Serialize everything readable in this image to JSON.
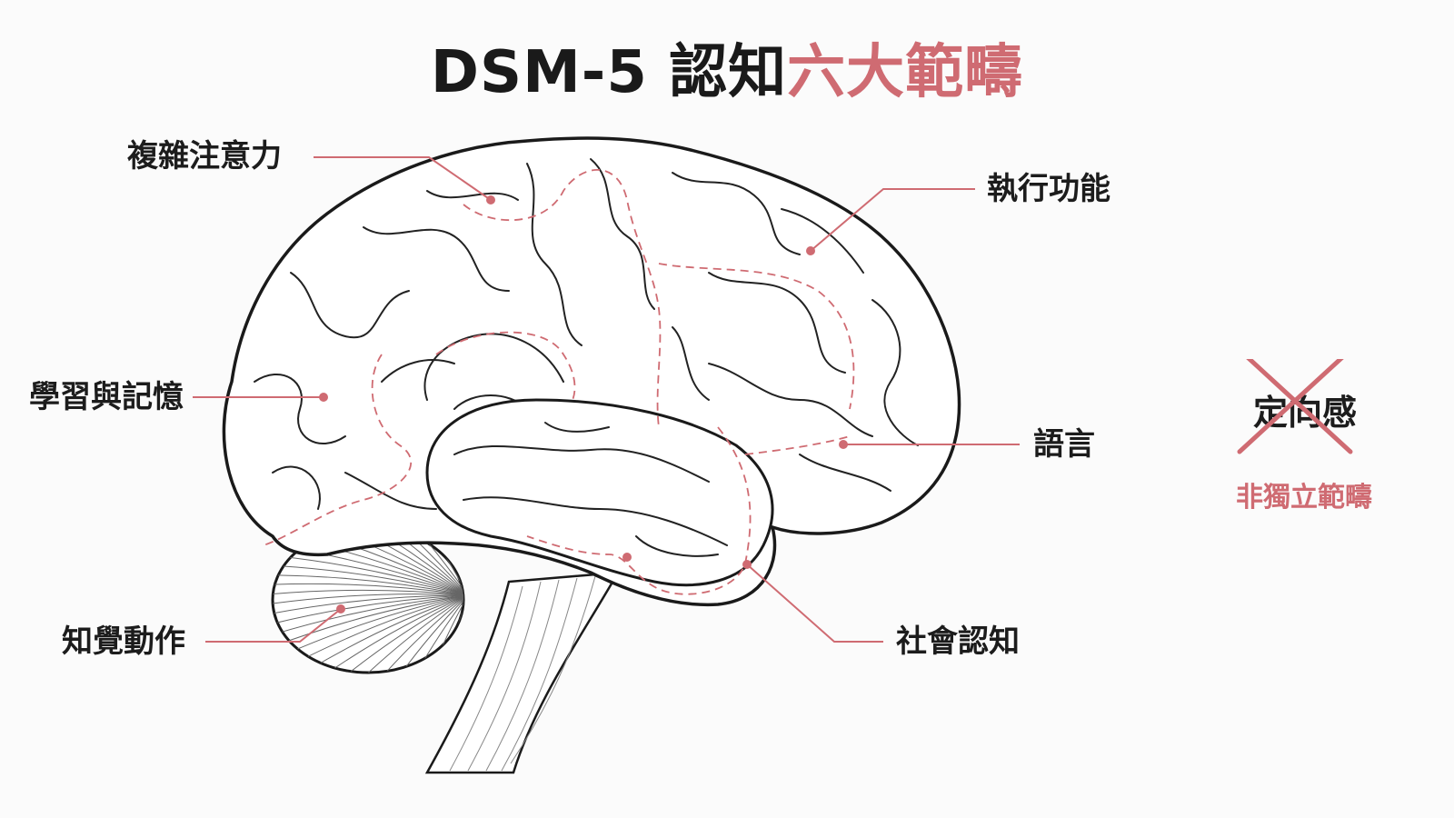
{
  "title": {
    "main": "DSM-5 認知",
    "accent": "六大範疇"
  },
  "domains": [
    {
      "id": "complex-attention",
      "label": "複雜注意力"
    },
    {
      "id": "executive-function",
      "label": "執行功能"
    },
    {
      "id": "learning-memory",
      "label": "學習與記憶"
    },
    {
      "id": "language",
      "label": "語言"
    },
    {
      "id": "perceptual-motor",
      "label": "知覺動作"
    },
    {
      "id": "social-cognition",
      "label": "社會認知"
    }
  ],
  "excluded": {
    "label": "定向感",
    "note": "非獨立範疇"
  },
  "colors": {
    "accent": "#cf6b72",
    "outline": "#1a1a1a",
    "text": "#1c1c1c"
  },
  "icons": {
    "excluded_mark": "cross-out-icon",
    "brain": "brain-illustration"
  }
}
